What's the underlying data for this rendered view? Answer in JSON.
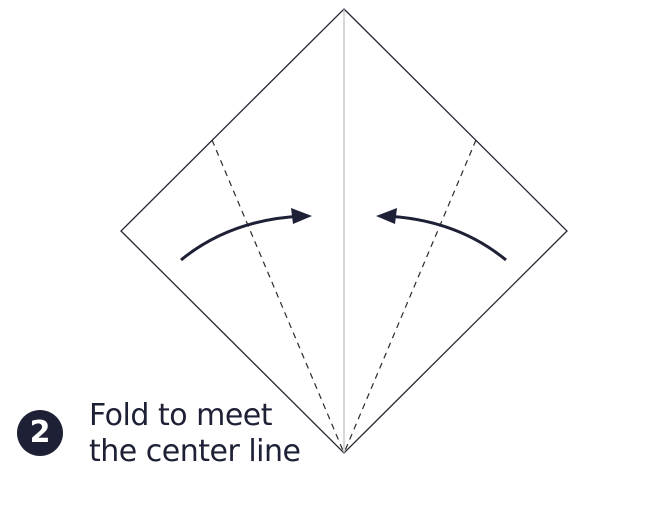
{
  "step": {
    "number": "2",
    "instruction_lines": [
      "Fold to meet",
      "the center line"
    ]
  },
  "colors": {
    "ink": "#1e2036",
    "paper_edge": "#2a2433",
    "center_crease": "#bdbdbd",
    "fold_line": "#2a2a2a",
    "background": "#ffffff"
  },
  "diagram": {
    "shape": "diamond-paper",
    "crease": "center-vertical",
    "fold_lines": [
      "left-valley-fold",
      "right-valley-fold"
    ],
    "arrows": [
      "left-arrow-pointing-right",
      "right-arrow-pointing-left"
    ]
  }
}
